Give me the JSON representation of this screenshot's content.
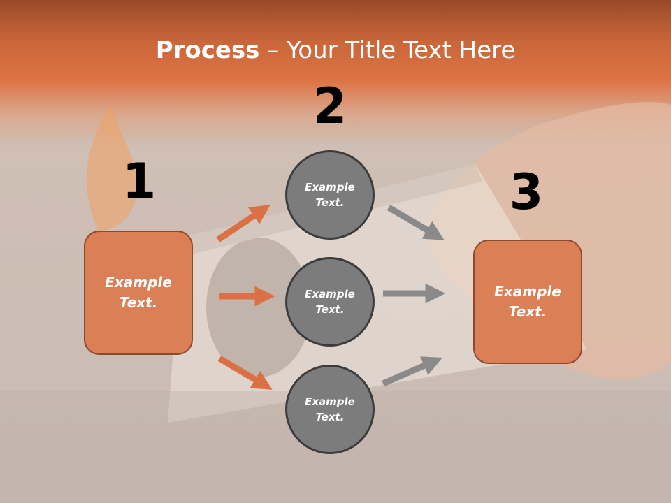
{
  "title": {
    "bold": "Process",
    "rest": " – Your Title Text Here"
  },
  "numbers": [
    "1",
    "2",
    "3"
  ],
  "boxes": {
    "left": {
      "line1": "Example",
      "line2": "Text."
    },
    "right": {
      "line1": "Example",
      "line2": "Text."
    }
  },
  "circles": [
    {
      "line1": "Example",
      "line2": "Text."
    },
    {
      "line1": "Example",
      "line2": "Text."
    },
    {
      "line1": "Example",
      "line2": "Text."
    }
  ],
  "colors": {
    "header": "#d0683c",
    "box_fill": "#db7f57",
    "circle_fill": "#7c7c7c",
    "orange_arrow": "#db7044",
    "gray_arrow": "#8a8a8a"
  }
}
